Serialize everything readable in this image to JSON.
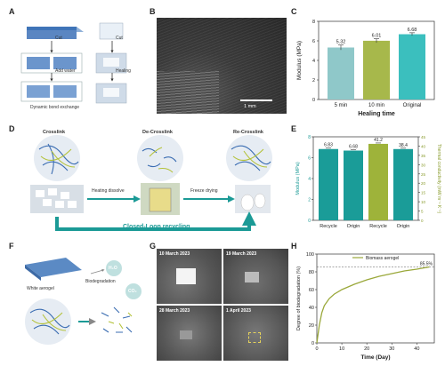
{
  "panels": {
    "A": {
      "label": "A",
      "cut_1": "Cut",
      "cut_2": "Cut",
      "add_water": "Add water",
      "healing": "Healing",
      "caption": "Dynamic bond exchange"
    },
    "B": {
      "label": "B",
      "scale": "1 mm"
    },
    "C": {
      "label": "C"
    },
    "D": {
      "label": "D",
      "stage_1": "Crosslink",
      "stage_2": "De-Crosslink",
      "stage_3": "Re-Crosslink",
      "step_1": "Heating dissolve",
      "step_2": "Freeze drying",
      "loop": "Closed-Loop recycling"
    },
    "E": {
      "label": "E"
    },
    "F": {
      "label": "F",
      "aerogel": "White aerogel",
      "biodeg": "Biodegradation",
      "h2o": "H₂O",
      "co2": "CO₂"
    },
    "G": {
      "label": "G",
      "dates": [
        "10 March 2023",
        "19 March 2023",
        "28 March 2023",
        "1 April 2023"
      ]
    },
    "H": {
      "label": "H"
    }
  },
  "chart_data": [
    {
      "id": "C",
      "type": "bar",
      "categories": [
        "5 min",
        "10 min",
        "Original"
      ],
      "values": [
        5.32,
        6.01,
        6.68
      ],
      "data_labels": [
        "5.32",
        "6.01",
        "6.68"
      ],
      "errors": [
        0.25,
        0.2,
        0.15
      ],
      "colors": [
        "#8fc8c9",
        "#a7b84b",
        "#3bbfbe"
      ],
      "xlabel": "Healing time",
      "ylabel": "Modulus (MPa)",
      "ylim": [
        0,
        8
      ],
      "yticks": [
        "0",
        "2",
        "4",
        "6",
        "8"
      ]
    },
    {
      "id": "E",
      "type": "bar",
      "categories": [
        "Recycle",
        "Origin",
        "Recycle",
        "Origin"
      ],
      "series": [
        {
          "values": [
            6.83,
            6.68,
            null,
            null
          ]
        },
        {
          "values": [
            null,
            null,
            41.2,
            38.4
          ]
        }
      ],
      "data_labels": [
        "6.83",
        "6.68",
        "41.2",
        "38.4"
      ],
      "colors": [
        "#1a9c98",
        "#1a9c98",
        "#9eb33a",
        "#1a9c98"
      ],
      "ylabel_left": "Modulus (MPa)",
      "ylabel_right": "Thermal conductivity (mW m⁻¹ K⁻¹)",
      "ylim_left": [
        0,
        8
      ],
      "ylim_right": [
        0,
        45
      ],
      "yticks_left": [
        "0",
        "2",
        "4",
        "6",
        "8"
      ],
      "yticks_right": [
        "0",
        "5",
        "10",
        "15",
        "20",
        "25",
        "30",
        "35",
        "40",
        "45"
      ]
    },
    {
      "id": "H",
      "type": "line",
      "series": [
        {
          "name": "Biomass aerogel",
          "x": [
            0,
            1,
            2,
            3,
            5,
            7,
            10,
            15,
            20,
            25,
            30,
            35,
            40,
            45
          ],
          "y": [
            0,
            20,
            34,
            42,
            50,
            55,
            60,
            66,
            71,
            75,
            78,
            81,
            83,
            85.5
          ]
        }
      ],
      "annotation": "85.5%",
      "reference_line": 85.5,
      "xlabel": "Time (Day)",
      "ylabel": "Degree of biodegradation (%)",
      "xlim": [
        0,
        47
      ],
      "ylim": [
        0,
        100
      ],
      "xticks": [
        "0",
        "10",
        "20",
        "30",
        "40"
      ],
      "yticks": [
        "0",
        "20",
        "40",
        "60",
        "80",
        "100"
      ]
    }
  ]
}
